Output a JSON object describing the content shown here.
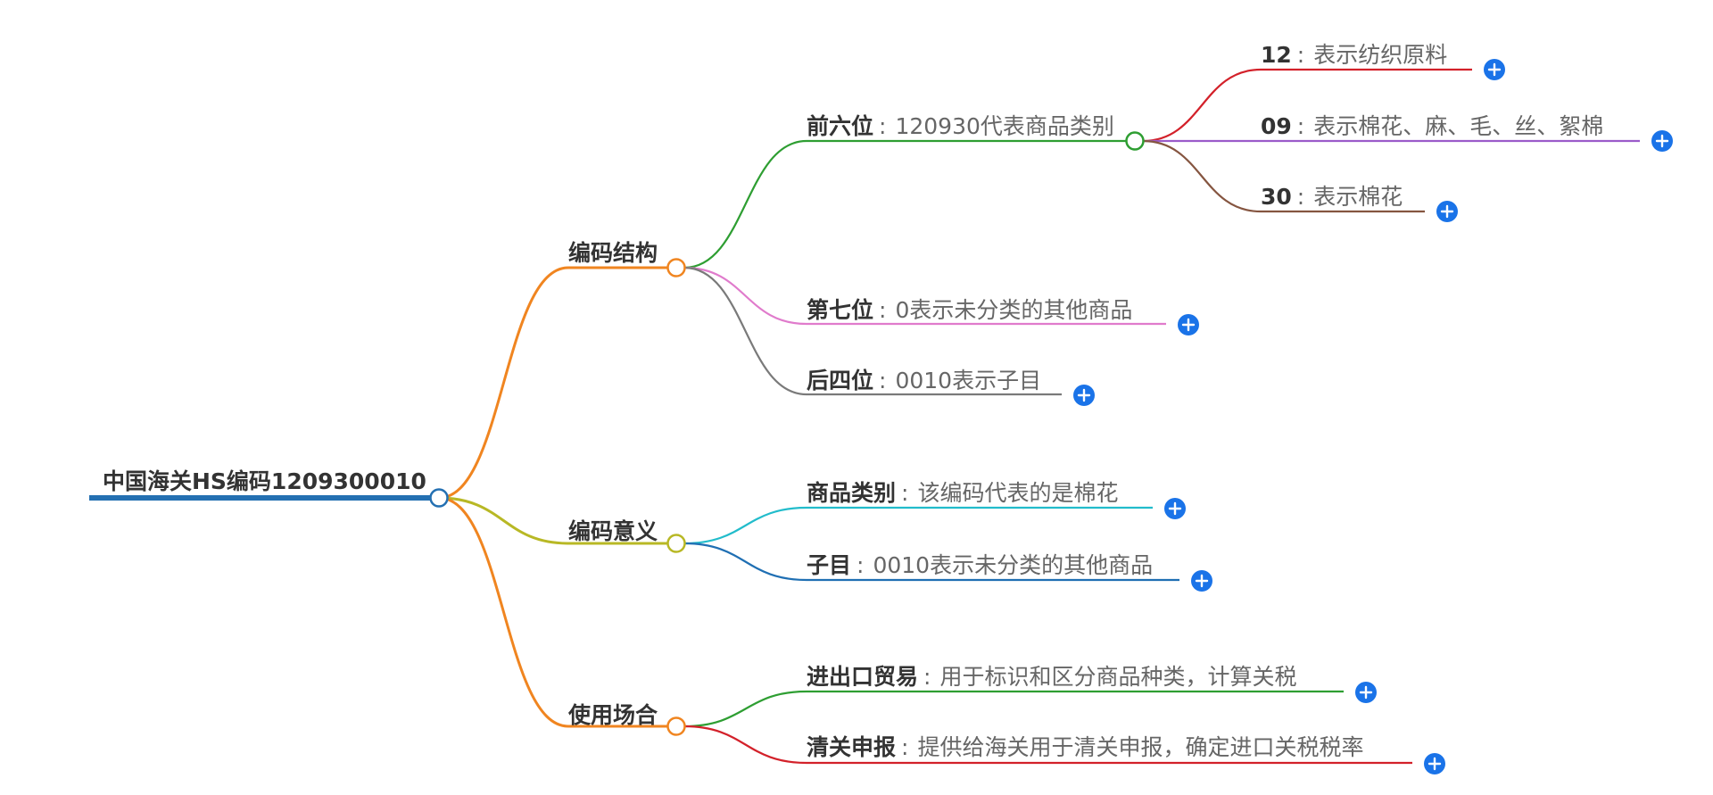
{
  "root": {
    "label": "中国海关HS编码1209300010",
    "color": "#2470b2",
    "branches": [
      {
        "label": "编码结构",
        "color": "#f08520",
        "children": [
          {
            "title": "前六位",
            "desc": "120930代表商品类别",
            "color": "#2e9e32",
            "expandable": false,
            "children": [
              {
                "title": "12",
                "desc": "表示纺织原料",
                "color": "#d3212a"
              },
              {
                "title": "09",
                "desc": "表示棉花、麻、毛、丝、絮棉",
                "color": "#9b5bc9"
              },
              {
                "title": "30",
                "desc": "表示棉花",
                "color": "#855540"
              }
            ]
          },
          {
            "title": "第七位",
            "desc": "0表示未分类的其他商品",
            "color": "#e07bcc"
          },
          {
            "title": "后四位",
            "desc": "0010表示子目",
            "color": "#7a7a7a"
          }
        ]
      },
      {
        "label": "编码意义",
        "color": "#b8b825",
        "children": [
          {
            "title": "商品类别",
            "desc": "该编码代表的是棉花",
            "color": "#22bccb"
          },
          {
            "title": "子目",
            "desc": "0010表示未分类的其他商品",
            "color": "#1f6fb3"
          }
        ]
      },
      {
        "label": "使用场合",
        "color": "#f08520",
        "children": [
          {
            "title": "进出口贸易",
            "desc": "用于标识和区分商品种类，计算关税",
            "color": "#2e9e32"
          },
          {
            "title": "清关申报",
            "desc": "提供给海关用于清关申报，确定进口关税税率",
            "color": "#d3212a"
          }
        ]
      }
    ]
  },
  "separator": ":",
  "plus_icon": "plus-circle-icon",
  "plus_color": "#1a73e8"
}
